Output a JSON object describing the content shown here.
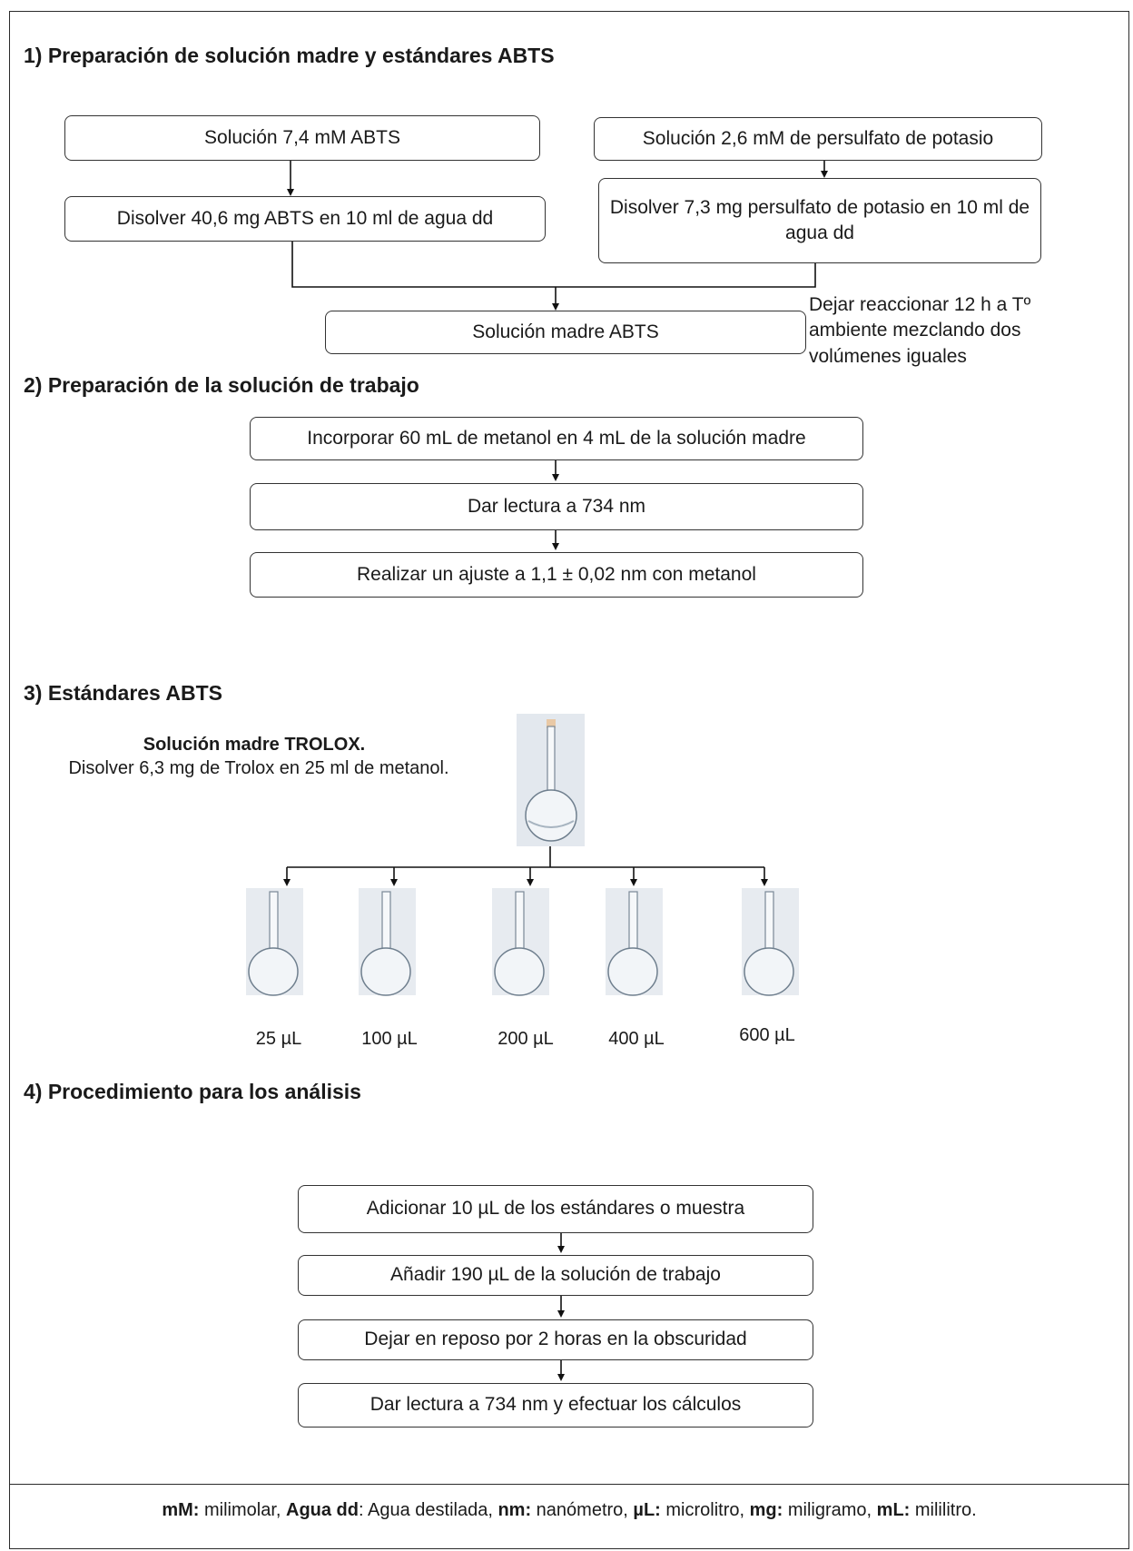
{
  "section1": {
    "heading": "1) Preparación de solución madre y estándares ABTS",
    "box_abts": "Solución 7,4 mM ABTS",
    "box_dissolve_abts": "Disolver 40,6 mg ABTS en 10 ml de agua dd",
    "box_persulfate": "Solución 2,6 mM de persulfato de potasio",
    "box_dissolve_persulfate": "Disolver 7,3 mg persulfato de potasio en 10 ml de agua dd",
    "box_stock": "Solución madre ABTS",
    "note": "Dejar reaccionar 12 h a Tº ambiente mezclando dos volúmenes iguales"
  },
  "section2": {
    "heading": "2) Preparación de la solución de trabajo",
    "steps": [
      "Incorporar 60 mL de metanol en 4 mL de la solución madre",
      "Dar lectura a 734 nm",
      "Realizar un ajuste a 1,1 ± 0,02 nm con metanol"
    ]
  },
  "section3": {
    "heading": "3) Estándares ABTS",
    "trolox_title": "Solución madre TROLOX.",
    "trolox_desc": "Disolver 6,3 mg de Trolox en 25 ml de metanol.",
    "volumes": [
      "25 µL",
      "100 µL",
      "200 µL",
      "400 µL",
      "600 µL"
    ]
  },
  "section4": {
    "heading": "4) Procedimiento para los análisis",
    "steps": [
      "Adicionar 10 µL de los estándares o muestra",
      "Añadir 190 µL de la solución de trabajo",
      "Dejar en reposo por 2 horas en la obscuridad",
      "Dar lectura a 734 nm y efectuar los cálculos"
    ]
  },
  "footer": {
    "items": [
      {
        "term": "mM:",
        "def": " milimolar, "
      },
      {
        "term": "Agua dd",
        "def": ": Agua destilada, "
      },
      {
        "term": "nm:",
        "def": " nanómetro, "
      },
      {
        "term": "µL:",
        "def": " microlitro, "
      },
      {
        "term": "mg:",
        "def": " miligramo, "
      },
      {
        "term": "mL:",
        "def": " mililitro."
      }
    ]
  }
}
